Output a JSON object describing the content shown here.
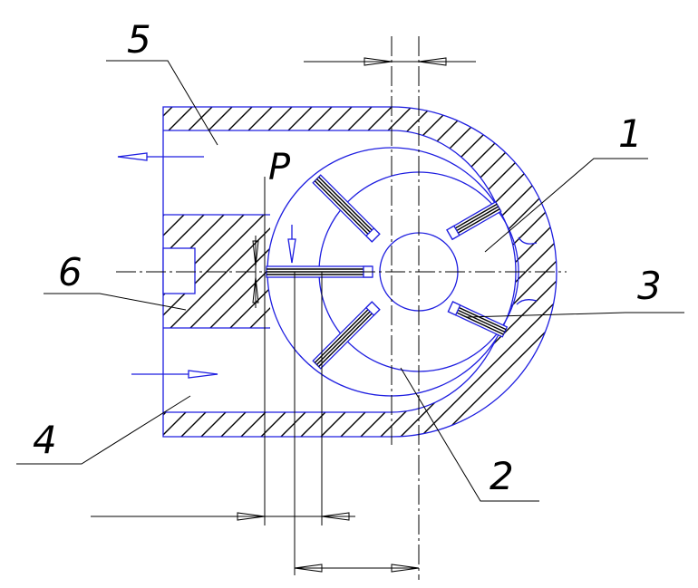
{
  "labels": {
    "l1": "1",
    "l2": "2",
    "l3": "3",
    "l4": "4",
    "l5": "5",
    "l6": "6",
    "p": "P"
  },
  "colors": {
    "outline": "#1e1ee0",
    "hatch": "#000000"
  }
}
